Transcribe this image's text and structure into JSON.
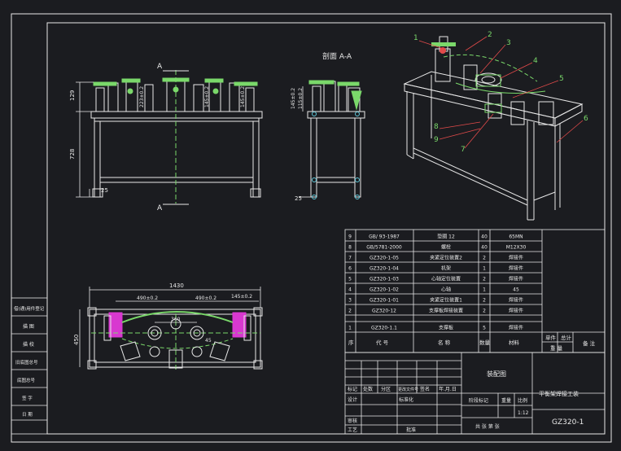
{
  "drawing": {
    "section_title": "剖面 A-A",
    "section_mark": "A",
    "drawing_number": "GZ320-1",
    "title": "平衡架焊接工装",
    "scale": "1:12",
    "sheet_label": "共 张 第 张"
  },
  "dimensions": {
    "front_height_top": "129",
    "front_height_total": "728",
    "front_foot": "25",
    "front_d1": "223±0.2",
    "front_d2": "145±0.2",
    "front_d3": "145±0.2",
    "side_d1": "145±0.2",
    "side_d2": "115±0.2",
    "side_foot": "25",
    "plan_width": "1430",
    "plan_a": "490±0.2",
    "plan_b": "490±0.2",
    "plan_c": "145±0.2",
    "plan_d": "360",
    "plan_height": "450",
    "plan_e": "45"
  },
  "callouts": [
    "1",
    "2",
    "3",
    "4",
    "5",
    "6",
    "7",
    "8",
    "9"
  ],
  "bom": [
    {
      "no": "9",
      "code": "GB/ 93-1987",
      "name": "垫圈 12",
      "qty": "40",
      "mat": "65MN"
    },
    {
      "no": "8",
      "code": "GB/5781-2000",
      "name": "螺栓",
      "qty": "40",
      "mat": "M12X30"
    },
    {
      "no": "7",
      "code": "GZ320-1-05",
      "name": "夹紧定位装置2",
      "qty": "2",
      "mat": "焊接件"
    },
    {
      "no": "6",
      "code": "GZ320-1-04",
      "name": "机架",
      "qty": "1",
      "mat": "焊接件"
    },
    {
      "no": "5",
      "code": "GZ320-1-03",
      "name": "心轴定位装置",
      "qty": "2",
      "mat": "焊接件"
    },
    {
      "no": "4",
      "code": "GZ320-1-02",
      "name": "心轴",
      "qty": "1",
      "mat": "45"
    },
    {
      "no": "3",
      "code": "GZ320-1-01",
      "name": "夹紧定位装置1",
      "qty": "2",
      "mat": "焊接件"
    },
    {
      "no": "2",
      "code": "GZ320-12",
      "name": "支撑板焊接装置",
      "qty": "2",
      "mat": "焊接件"
    },
    {
      "no": "1",
      "code": "GZ320-1.1",
      "name": "支撑板",
      "qty": "5",
      "mat": "焊接件"
    }
  ],
  "bom_header": {
    "no": "序",
    "code": "代 号",
    "name": "名 称",
    "qty": "数量",
    "mat": "材料",
    "c1": "单件",
    "c2": "总计",
    "c3": "重 量",
    "c4": "备 注"
  },
  "left_strip": [
    "借(通)用件登记",
    "旧底图总号",
    "底图总号",
    "签 字",
    "日 期"
  ],
  "left_strip_top": [
    "",
    ""
  ],
  "title_block": {
    "design": "设计",
    "check": "审核",
    "process": "工艺",
    "std": "标准化",
    "approve": "批准",
    "mark": "标记",
    "count": "处数",
    "zone": "分区",
    "doc": "更改文件号",
    "sign": "签名",
    "date": "年.月.日",
    "stage": "阶段标记",
    "weight": "重量",
    "scale_label": "比例",
    "part_name": "装配图"
  }
}
